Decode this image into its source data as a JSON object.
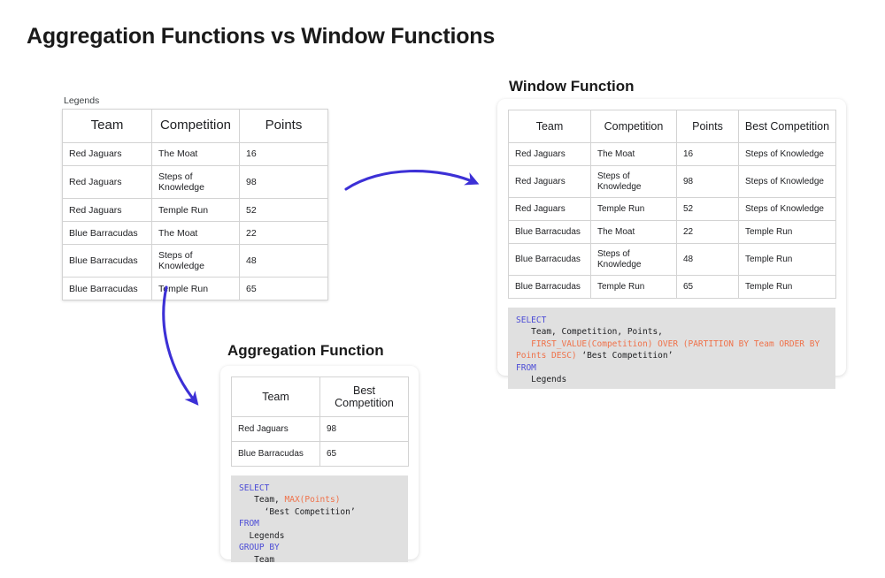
{
  "page": {
    "title": "Aggregation Functions vs Window Functions",
    "accent_arrow_color": "#3c30d6",
    "code_keyword_color": "#4b4bd6",
    "code_function_color": "#ef7149",
    "code_background": "#e0e0e0"
  },
  "legends": {
    "label": "Legends",
    "columns": [
      "Team",
      "Competition",
      "Points"
    ],
    "rows": [
      [
        "Red Jaguars",
        "The Moat",
        "16"
      ],
      [
        "Red Jaguars",
        "Steps of Knowledge",
        "98"
      ],
      [
        "Red Jaguars",
        "Temple Run",
        "52"
      ],
      [
        "Blue Barracudas",
        "The Moat",
        "22"
      ],
      [
        "Blue Barracudas",
        "Steps of Knowledge",
        "48"
      ],
      [
        "Blue Barracudas",
        "Temple Run",
        "65"
      ]
    ]
  },
  "window_function": {
    "title": "Window Function",
    "columns": [
      "Team",
      "Competition",
      "Points",
      "Best Competition"
    ],
    "rows": [
      [
        "Red Jaguars",
        "The Moat",
        "16",
        "Steps of Knowledge"
      ],
      [
        "Red Jaguars",
        "Steps of Knowledge",
        "98",
        "Steps of Knowledge"
      ],
      [
        "Red Jaguars",
        "Temple Run",
        "52",
        "Steps of Knowledge"
      ],
      [
        "Blue Barracudas",
        "The Moat",
        "22",
        "Temple Run"
      ],
      [
        "Blue Barracudas",
        "Steps of Knowledge",
        "48",
        "Temple Run"
      ],
      [
        "Blue Barracudas",
        "Temple Run",
        "65",
        "Temple Run"
      ]
    ],
    "code_tokens": [
      {
        "t": "SELECT",
        "k": "kw"
      },
      {
        "t": "\n   Team, Competition, Points,\n   ",
        "k": "plain"
      },
      {
        "t": "FIRST_VALUE(Competition) OVER (PARTITION BY Team ORDER BY Points DESC)",
        "k": "fn"
      },
      {
        "t": " ‘Best Competition’\n",
        "k": "plain"
      },
      {
        "t": "FROM",
        "k": "kw"
      },
      {
        "t": "\n   Legends",
        "k": "plain"
      }
    ]
  },
  "aggregation_function": {
    "title": "Aggregation Function",
    "columns": [
      "Team",
      "Best Competition"
    ],
    "rows": [
      [
        "Red Jaguars",
        "98"
      ],
      [
        "Blue Barracudas",
        "65"
      ]
    ],
    "code_tokens": [
      {
        "t": "SELECT",
        "k": "kw"
      },
      {
        "t": "\n   Team, ",
        "k": "plain"
      },
      {
        "t": "MAX(Points)",
        "k": "fn"
      },
      {
        "t": "\n     ‘Best Competition’\n",
        "k": "plain"
      },
      {
        "t": "FROM",
        "k": "kw"
      },
      {
        "t": "\n  Legends\n",
        "k": "plain"
      },
      {
        "t": "GROUP BY",
        "k": "kw"
      },
      {
        "t": "\n   Team",
        "k": "plain"
      }
    ]
  },
  "arrows": [
    {
      "name": "arrow-legends-to-window",
      "label": "curved arrow from Legends table to Window Function table"
    },
    {
      "name": "arrow-legends-to-aggregation",
      "label": "curved arrow from Legends table to Aggregation Function table"
    }
  ]
}
